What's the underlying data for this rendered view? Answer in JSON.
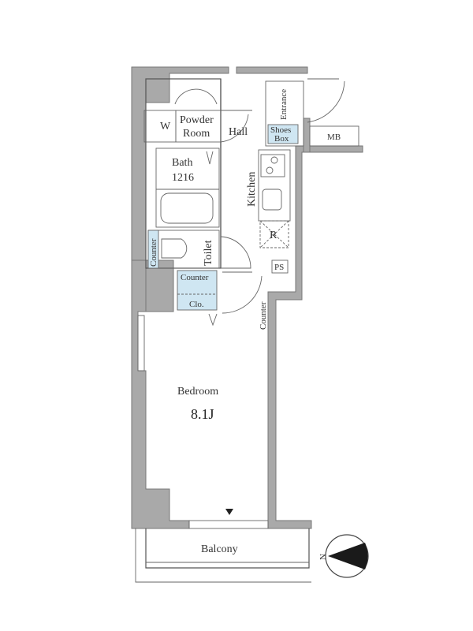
{
  "plan": {
    "rooms": {
      "bedroom": "Bedroom",
      "bedroom_size": "8.1J",
      "powder_room_line1": "Powder",
      "powder_room_line2": "Room",
      "washer": "W",
      "hall": "Hall",
      "bath": "Bath",
      "bath_size": "1216",
      "kitchen": "Kitchen",
      "refrigerator": "R",
      "toilet": "Toilet",
      "toilet_counter": "Counter",
      "counter": "Counter",
      "closet": "Clo.",
      "bedroom_counter": "Counter",
      "pipe_space": "PS",
      "entrance": "Entrance",
      "shoes_box_line1": "Shoes",
      "shoes_box_line2": "Box",
      "meter_box": "MB",
      "balcony": "Balcony"
    },
    "compass": {
      "label": "N"
    }
  }
}
